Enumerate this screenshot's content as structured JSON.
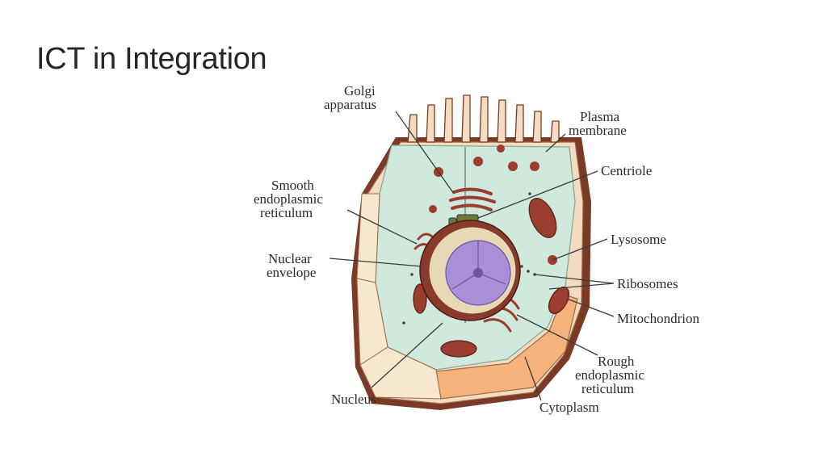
{
  "slide": {
    "title": "ICT in Integration"
  },
  "diagram": {
    "labels": {
      "golgi_l1": "Golgi",
      "golgi_l2": "apparatus",
      "plasma_l1": "Plasma",
      "plasma_l2": "membrane",
      "centriole": "Centriole",
      "smooth_l1": "Smooth",
      "smooth_l2": "endoplasmic",
      "smooth_l3": "reticulum",
      "nuclear_l1": "Nuclear",
      "nuclear_l2": "envelope",
      "lysosome": "Lysosome",
      "ribosomes": "Ribosomes",
      "mitochondrion": "Mitochondrion",
      "rough_l1": "Rough",
      "rough_l2": "endoplasmic",
      "rough_l3": "reticulum",
      "nucleus": "Nucleus",
      "cytoplasm": "Cytoplasm"
    },
    "colors": {
      "cytoplasm": "#cfe9dc",
      "membrane": "#f3dcc0",
      "membrane_dark": "#7a3a26",
      "organelle": "#9b3d2f",
      "nucleus": "#a98fd6",
      "nuclear_envelope": "#8a3a2c",
      "wall_light": "#f7e7cf",
      "wall_orange": "#f5b27a"
    }
  }
}
